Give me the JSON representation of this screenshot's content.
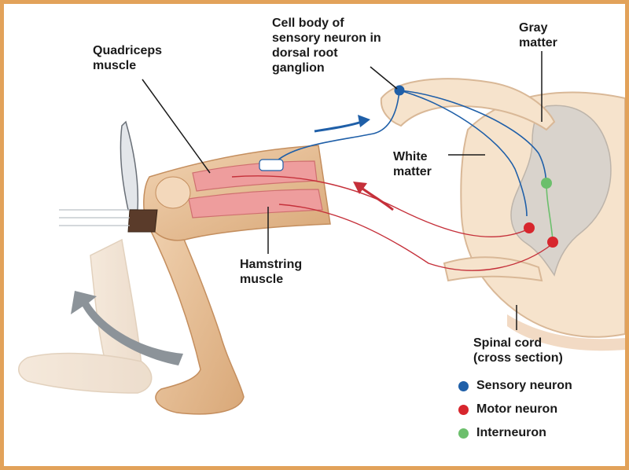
{
  "labels": {
    "cell_body": "Cell body of\nsensory neuron in\ndorsal root\nganglion",
    "quadriceps": "Quadriceps\nmuscle",
    "gray_matter": "Gray\nmatter",
    "white_matter": "White\nmatter",
    "hamstring": "Hamstring\nmuscle",
    "spinal_cord": "Spinal cord\n(cross section)"
  },
  "legend": [
    {
      "label": "Sensory neuron",
      "color": "#1f5fa8"
    },
    {
      "label": "Motor neuron",
      "color": "#d7262d"
    },
    {
      "label": "Interneuron",
      "color": "#6cbf6c"
    }
  ],
  "colors": {
    "frame": "#e2a25a",
    "skin": "#e9c29c",
    "cord": "#f6e3cc",
    "gray_matter": "#d9d3cc",
    "muscle": "#ee9d9d",
    "arrow": "#8c9399"
  }
}
